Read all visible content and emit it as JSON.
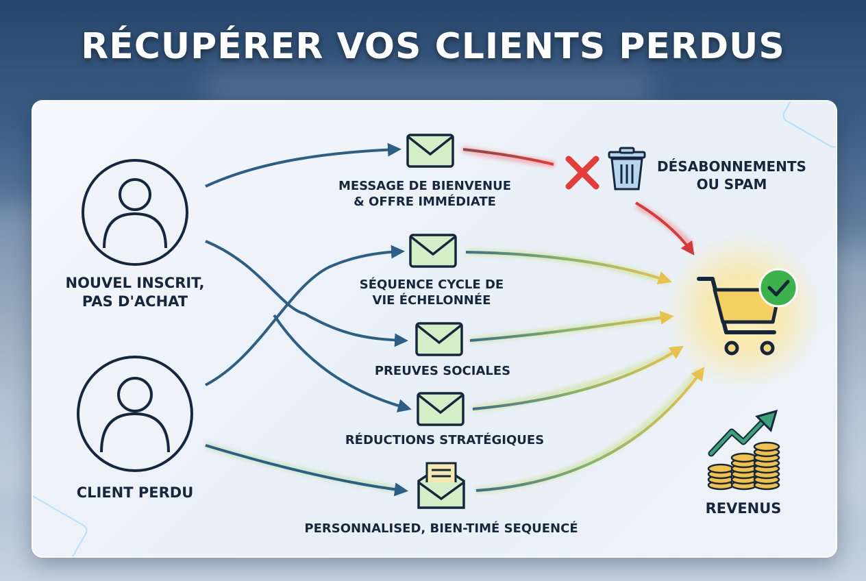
{
  "title": "RÉCUPÉRER VOS CLIENTS PERDUS",
  "actors": {
    "new_subscriber": {
      "line1": "NOUVEL INSCRIT,",
      "line2": "PAS D'ACHAT",
      "icon": "user-icon"
    },
    "lost_client": {
      "line1": "CLIENT PERDU",
      "icon": "user-icon"
    }
  },
  "steps": {
    "welcome": {
      "line1": "MESSAGE DE BIENVENUE",
      "line2": "& OFFRE IMMÉDIATE",
      "icon": "envelope-icon"
    },
    "lifecycle": {
      "line1": "SÉQUENCE CYCLE DE",
      "line2": "VIE ÉCHELONNÉE",
      "icon": "envelope-icon"
    },
    "social_proof": {
      "line1": "PREUVES SOCIALES",
      "icon": "envelope-icon"
    },
    "discounts": {
      "line1": "RÉDUCTIONS STRATÉGIQUES",
      "icon": "envelope-icon"
    },
    "personalised": {
      "line1": "PERSONNALISED, BIEN-TIMÉ SEQUENCÉ",
      "icon": "open-envelope-icon"
    }
  },
  "outcomes": {
    "unsubscribe": {
      "line1": "DÉSABONNEMENTS",
      "line2": "OU SPAM",
      "icons": [
        "x-mark-icon",
        "trash-icon"
      ]
    },
    "purchase": {
      "icon": "shopping-cart-check-icon"
    },
    "revenue": {
      "label": "REVENUS",
      "icon": "coins-growth-icon"
    }
  },
  "colors": {
    "ink": "#16273d",
    "envelope_fill": "#d3efc7",
    "failure_red": "#e53b3b",
    "success_gold": "#f2c14a",
    "check_green": "#3bb34a",
    "flow_blue": "#2c5e86"
  }
}
